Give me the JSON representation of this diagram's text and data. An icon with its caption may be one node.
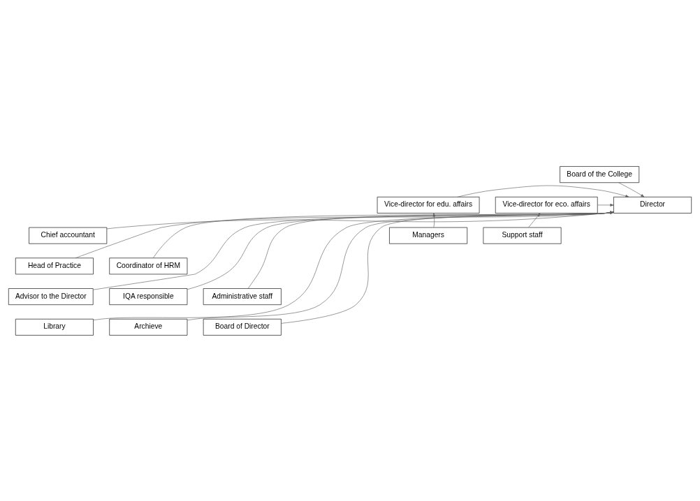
{
  "diagram": {
    "nodes": [
      {
        "text": [
          "Board of the College"
        ]
      },
      {
        "text": [
          "Director"
        ]
      },
      {
        "text": [
          "Vice-director for edu. affairs"
        ]
      },
      {
        "text": [
          "Vice-director for eco. affairs"
        ]
      },
      {
        "text": [
          "Managers"
        ]
      },
      {
        "text": [
          "Chief accountant"
        ]
      },
      {
        "text": [
          "Support staff"
        ]
      },
      {
        "text": [
          "Head of Practice"
        ]
      },
      {
        "text": [
          "Coordinator of HRM"
        ]
      },
      {
        "text": [
          "Advisor to the Director"
        ]
      },
      {
        "text": [
          "IQA responsible"
        ]
      },
      {
        "text": [
          "Administrative staff"
        ]
      },
      {
        "text": [
          "Library"
        ]
      },
      {
        "text": [
          "Archieve"
        ]
      },
      {
        "text": [
          "Board of Director"
        ]
      }
    ],
    "edges": [
      {
        "from": 0,
        "to": 1,
        "arrow": "to"
      },
      {
        "from": 2,
        "to": 1,
        "arrow": "to"
      },
      {
        "from": 3,
        "to": 1,
        "arrow": "to"
      },
      {
        "from": 4,
        "to": 2,
        "arrow": "to"
      },
      {
        "from": 7,
        "to": 1,
        "arrow": "to"
      },
      {
        "from": 9,
        "to": 1,
        "arrow": "to"
      },
      {
        "from": 12,
        "to": 1,
        "arrow": "to"
      },
      {
        "from": 14,
        "to": 1,
        "arrow": "to"
      },
      {
        "from": 5,
        "to": 1,
        "arrow": "to"
      },
      {
        "from": 10,
        "to": 1,
        "arrow": "to"
      },
      {
        "from": 8,
        "to": 1,
        "arrow": "to"
      },
      {
        "from": 11,
        "to": 1,
        "arrow": "to"
      },
      {
        "from": 13,
        "to": 1,
        "arrow": "to"
      },
      {
        "from": 6,
        "to": 3,
        "arrow": "to"
      }
    ]
  }
}
